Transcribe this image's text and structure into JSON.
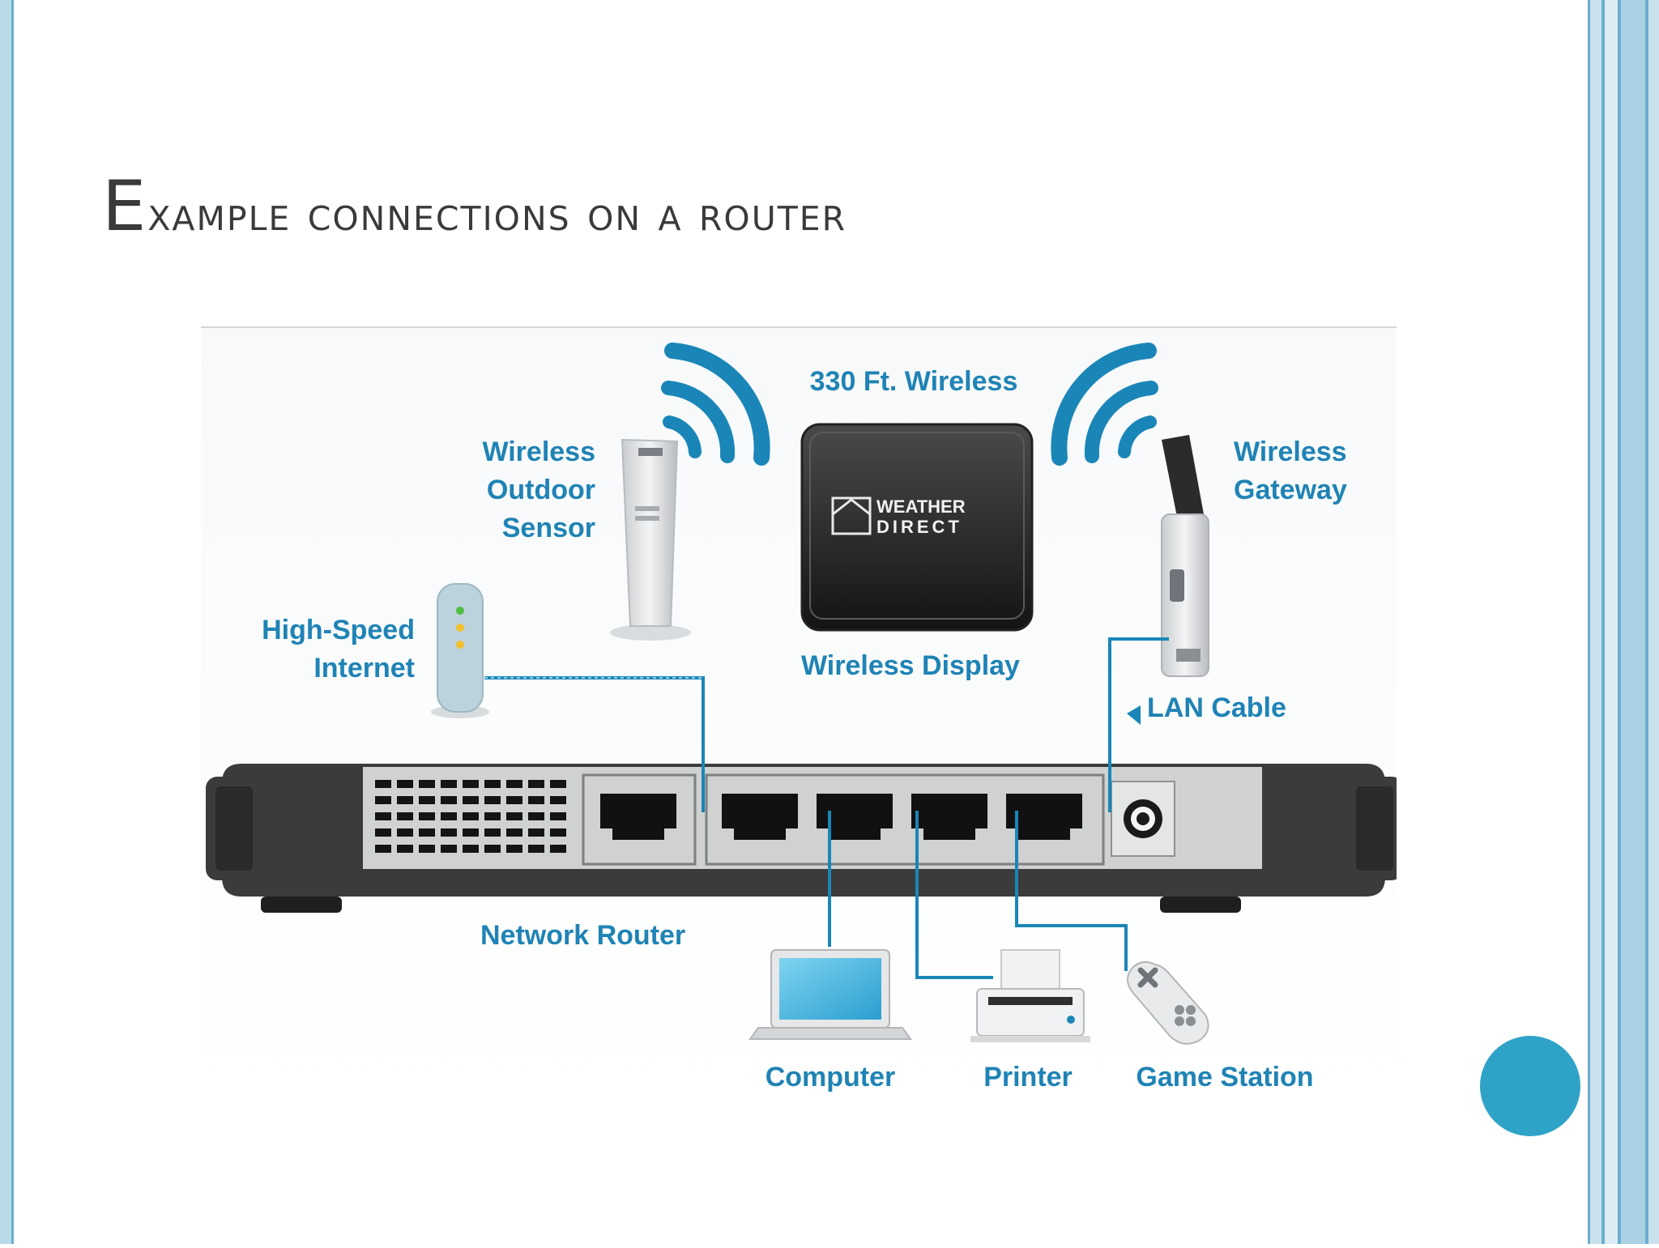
{
  "slide": {
    "title_first": "E",
    "title_rest": "xample connections on a router"
  },
  "diagram": {
    "labels": {
      "wireless_range": "330 Ft. Wireless",
      "sensor_line1": "Wireless",
      "sensor_line2": "Outdoor",
      "sensor_line3": "Sensor",
      "gateway_line1": "Wireless",
      "gateway_line2": "Gateway",
      "internet_line1": "High-Speed",
      "internet_line2": "Internet",
      "display": "Wireless Display",
      "lan_cable": "LAN Cable",
      "router": "Network Router",
      "computer": "Computer",
      "printer": "Printer",
      "game_station": "Game Station"
    },
    "logo_text_1": "WEATHER",
    "logo_text_2": "DIRECT"
  },
  "colors": {
    "accent": "#1a86b8",
    "label": "#1f83b5",
    "title": "#3a3a3a",
    "bar_light": "#b9d9e8",
    "bar_blue": "#5ba7c9",
    "circle": "#2fa3c7",
    "router_body": "#3b3b3b",
    "router_panel": "#cfd0d0"
  }
}
